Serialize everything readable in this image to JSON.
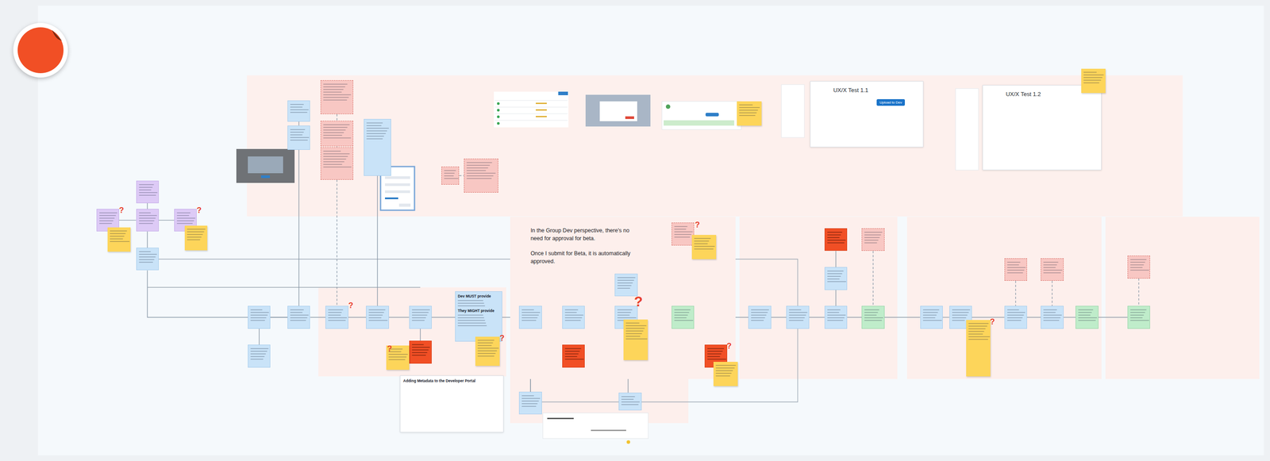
{
  "diagram": {
    "nodes": [
      {
        "text": [
          "In the Group Dev perspective, there's no need for approval for beta.",
          "Once I submit for Beta, it is automatically approved."
        ]
      },
      {
        "text": [
          "Dev MUST provide",
          "They MIGHT provide"
        ]
      },
      {
        "text": [
          "Adding Metadata to the Developer Portal"
        ]
      },
      {
        "text": [
          "UX/X Test 1.1",
          "Upload to Dev"
        ]
      },
      {
        "text": [
          "UX/X Test 1.2"
        ]
      },
      {
        "text": []
      },
      {
        "text": []
      },
      {
        "text": []
      },
      {
        "text": []
      },
      {
        "text": []
      },
      {
        "text": [],
        "in": 0
      },
      {
        "text": [],
        "in": 0
      },
      {
        "text": [],
        "in": 0
      },
      {
        "text": [],
        "in": 0
      },
      {
        "text": []
      },
      {
        "text": []
      },
      {
        "text": []
      },
      {
        "text": []
      },
      {
        "text": []
      },
      {
        "text": []
      },
      {
        "text": []
      },
      {
        "text": []
      },
      {
        "text": []
      },
      {
        "text": []
      },
      {
        "text": []
      },
      {
        "text": []
      },
      {
        "text": []
      },
      {
        "text": []
      },
      {
        "text": []
      },
      {
        "text": []
      },
      {
        "text": []
      },
      {
        "text": []
      },
      {
        "text": []
      },
      {
        "text": []
      },
      {
        "text": []
      },
      {
        "text": []
      },
      {
        "text": []
      },
      {
        "text": []
      },
      {
        "text": []
      },
      {
        "text": []
      },
      {
        "text": []
      },
      {
        "text": []
      },
      {
        "text": []
      },
      {
        "text": [],
        "in": 0
      },
      {
        "text": [],
        "in": 0
      },
      {
        "text": [],
        "in": 0
      },
      {
        "text": [],
        "in": 0
      },
      {
        "text": [],
        "in": 0
      },
      {
        "text": [],
        "in": 0
      },
      {
        "text": []
      },
      {
        "text": []
      },
      {
        "text": []
      },
      {
        "text": []
      },
      {
        "text": []
      },
      {
        "text": []
      },
      {
        "text": []
      },
      {
        "text": []
      },
      {
        "text": []
      },
      {
        "text": []
      },
      {
        "text": []
      },
      {
        "text": []
      }
    ],
    "edges": [
      {
        "from": 5,
        "to": 6,
        "arrow": "none"
      },
      {
        "from": 6,
        "to": 7,
        "arrow": "none"
      },
      {
        "from": 7,
        "to": 8,
        "arrow": "none"
      },
      {
        "from": 8,
        "to": 9,
        "arrow": "none"
      },
      {
        "from": 9,
        "to": 1,
        "arrow": "none"
      },
      {
        "from": 1,
        "to": 10,
        "arrow": "none"
      },
      {
        "from": 10,
        "to": 11,
        "arrow": "none"
      },
      {
        "from": 11,
        "to": 12,
        "arrow": "none"
      },
      {
        "from": 12,
        "to": 13,
        "arrow": "none"
      },
      {
        "from": 13,
        "to": 14,
        "arrow": "none"
      },
      {
        "from": 14,
        "to": 15,
        "arrow": "none"
      },
      {
        "from": 15,
        "to": 16,
        "arrow": "none"
      },
      {
        "from": 16,
        "to": 17,
        "arrow": "none"
      },
      {
        "from": 17,
        "to": 18,
        "arrow": "none"
      },
      {
        "from": 18,
        "to": 19,
        "arrow": "none"
      },
      {
        "from": 19,
        "to": 20,
        "arrow": "none"
      },
      {
        "from": 20,
        "to": 21,
        "arrow": "none"
      },
      {
        "from": 21,
        "to": 22,
        "arrow": "none"
      },
      {
        "from": 22,
        "to": 23,
        "arrow": "none"
      },
      {
        "from": 39,
        "to": 5,
        "arrow": "none"
      },
      {
        "from": 30,
        "to": 6,
        "arrow": "none"
      },
      {
        "from": 31,
        "to": 32,
        "arrow": "none"
      },
      {
        "from": 32,
        "to": 6,
        "arrow": "none"
      },
      {
        "from": 33,
        "to": 34,
        "arrow": "none"
      },
      {
        "from": 34,
        "to": 35,
        "arrow": "none"
      },
      {
        "from": 35,
        "to": 7,
        "arrow": "none"
      },
      {
        "from": 36,
        "to": 8,
        "arrow": "none"
      },
      {
        "from": 27,
        "to": 25,
        "arrow": "none"
      },
      {
        "from": 24,
        "to": 25,
        "arrow": "none"
      },
      {
        "from": 25,
        "to": 26,
        "arrow": "none"
      },
      {
        "from": 25,
        "to": 30,
        "arrow": "none"
      },
      {
        "from": 40,
        "to": 9,
        "arrow": "none"
      },
      {
        "from": 43,
        "to": 11,
        "arrow": "none"
      },
      {
        "from": 44,
        "to": 12,
        "arrow": "none"
      },
      {
        "from": 46,
        "to": 13,
        "arrow": "none"
      },
      {
        "from": 48,
        "to": 13,
        "arrow": "none"
      },
      {
        "from": 50,
        "to": 10,
        "arrow": "none"
      },
      {
        "from": 51,
        "to": 12,
        "arrow": "none"
      },
      {
        "from": 52,
        "to": 53,
        "arrow": "none"
      },
      {
        "from": 53,
        "to": 16,
        "arrow": "none"
      },
      {
        "from": 54,
        "to": 17,
        "arrow": "none"
      },
      {
        "from": 56,
        "to": 20,
        "arrow": "none"
      },
      {
        "from": 57,
        "to": 21,
        "arrow": "none"
      },
      {
        "from": 58,
        "to": 23,
        "arrow": "none"
      },
      {
        "from": 37,
        "to": 38,
        "arrow": "none"
      }
    ],
    "labels": [
      "?",
      "?",
      "?",
      "?",
      "?",
      "?",
      "?",
      "?",
      "?"
    ]
  }
}
